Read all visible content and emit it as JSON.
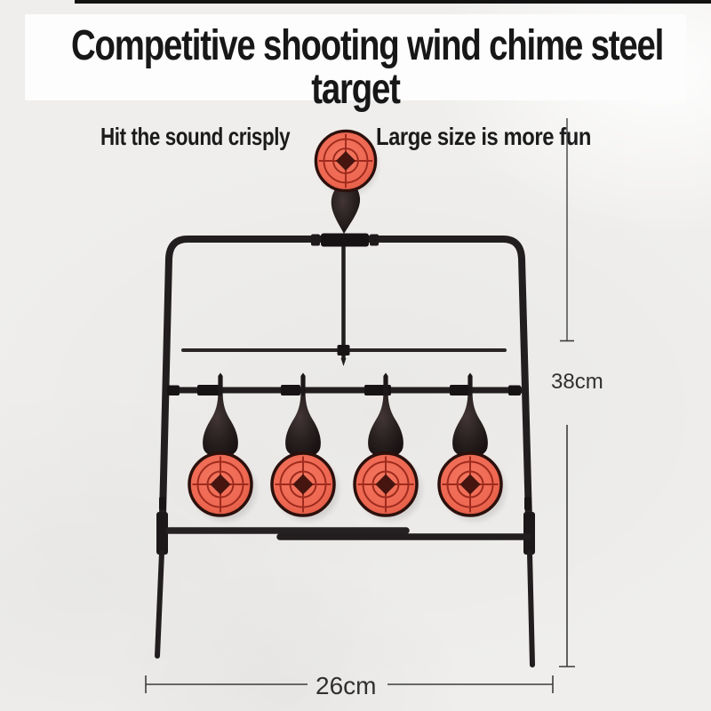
{
  "title": {
    "line1": "Competitive shooting wind chime steel",
    "line2": "target"
  },
  "annotations": {
    "left": "Hit the sound crisply",
    "right": "Large size is more fun"
  },
  "dimensions": {
    "height": "38cm",
    "width": "26cm"
  },
  "product": {
    "name": "spinning wind chime steel target stand",
    "top_spinner_count": 1,
    "row_spinner_count": 4
  },
  "colors": {
    "target_fill": "#ee6852",
    "target_ring": "#9e2b1d",
    "target_diamond": "#46150f",
    "target_rim": "#2c100c",
    "frame_black": "#221e1f",
    "dimension_line": "#3c3c3c",
    "title_text": "#171717",
    "background": "#efeeec",
    "title_band": "#fdfdfd"
  }
}
